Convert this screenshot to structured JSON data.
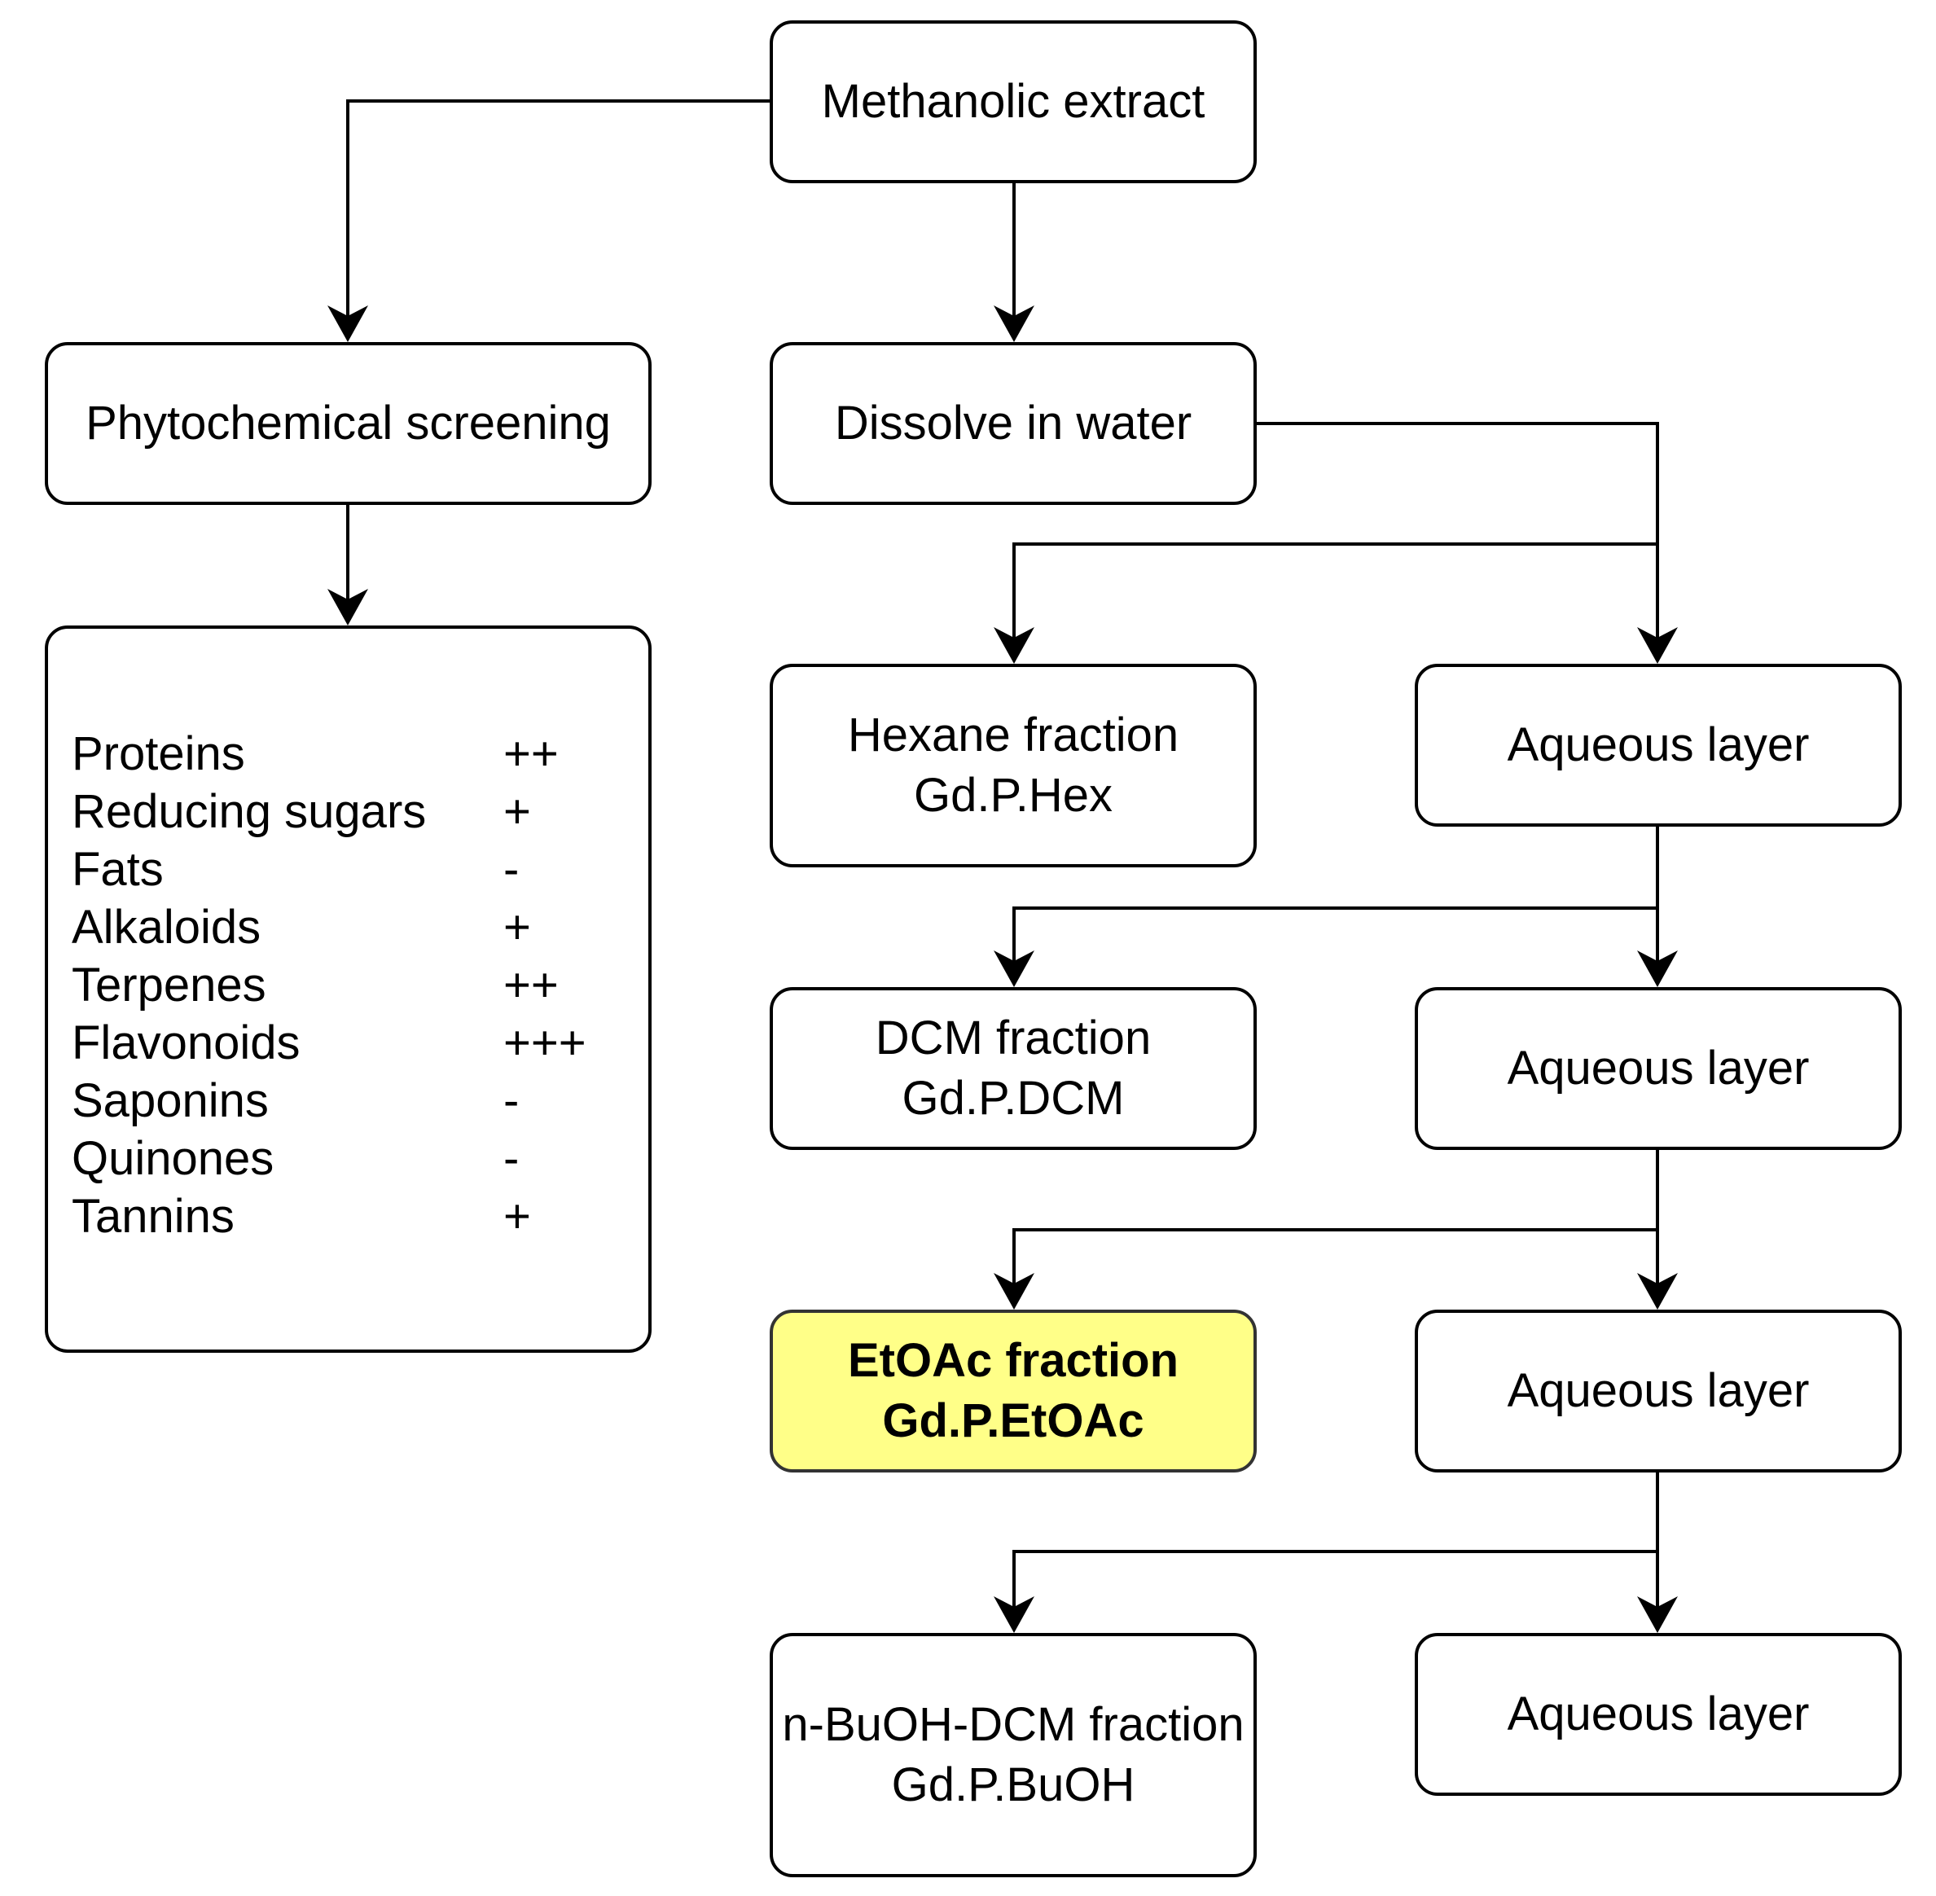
{
  "nodes": {
    "methanolic": "Methanolic extract",
    "screening": "Phytochemical screening",
    "dissolve": "Dissolve in water",
    "hexane": {
      "line1": "Hexane fraction",
      "line2": "Gd.P.Hex"
    },
    "dcm": {
      "line1": "DCM fraction",
      "line2": "Gd.P.DCM"
    },
    "etoac": {
      "line1": "EtOAc fraction",
      "line2": "Gd.P.EtOAc"
    },
    "buoh": {
      "line1": "n-BuOH-DCM fraction",
      "line2": "Gd.P.BuOH"
    },
    "aqueous1": "Aqueous layer",
    "aqueous2": "Aqueous layer",
    "aqueous3": "Aqueous layer",
    "aqueous4": "Aqueous layer"
  },
  "screening_results": [
    {
      "name": "Proteins",
      "result": "++"
    },
    {
      "name": "Reducing sugars",
      "result": "+"
    },
    {
      "name": "Fats",
      "result": "-"
    },
    {
      "name": "Alkaloids",
      "result": "+"
    },
    {
      "name": "Terpenes",
      "result": "++"
    },
    {
      "name": "Flavonoids",
      "result": "+++"
    },
    {
      "name": "Saponins",
      "result": "-"
    },
    {
      "name": "Quinones",
      "result": "-"
    },
    {
      "name": "Tannins",
      "result": "+"
    }
  ],
  "colors": {
    "highlight": "#ffff88",
    "line": "#000000"
  }
}
